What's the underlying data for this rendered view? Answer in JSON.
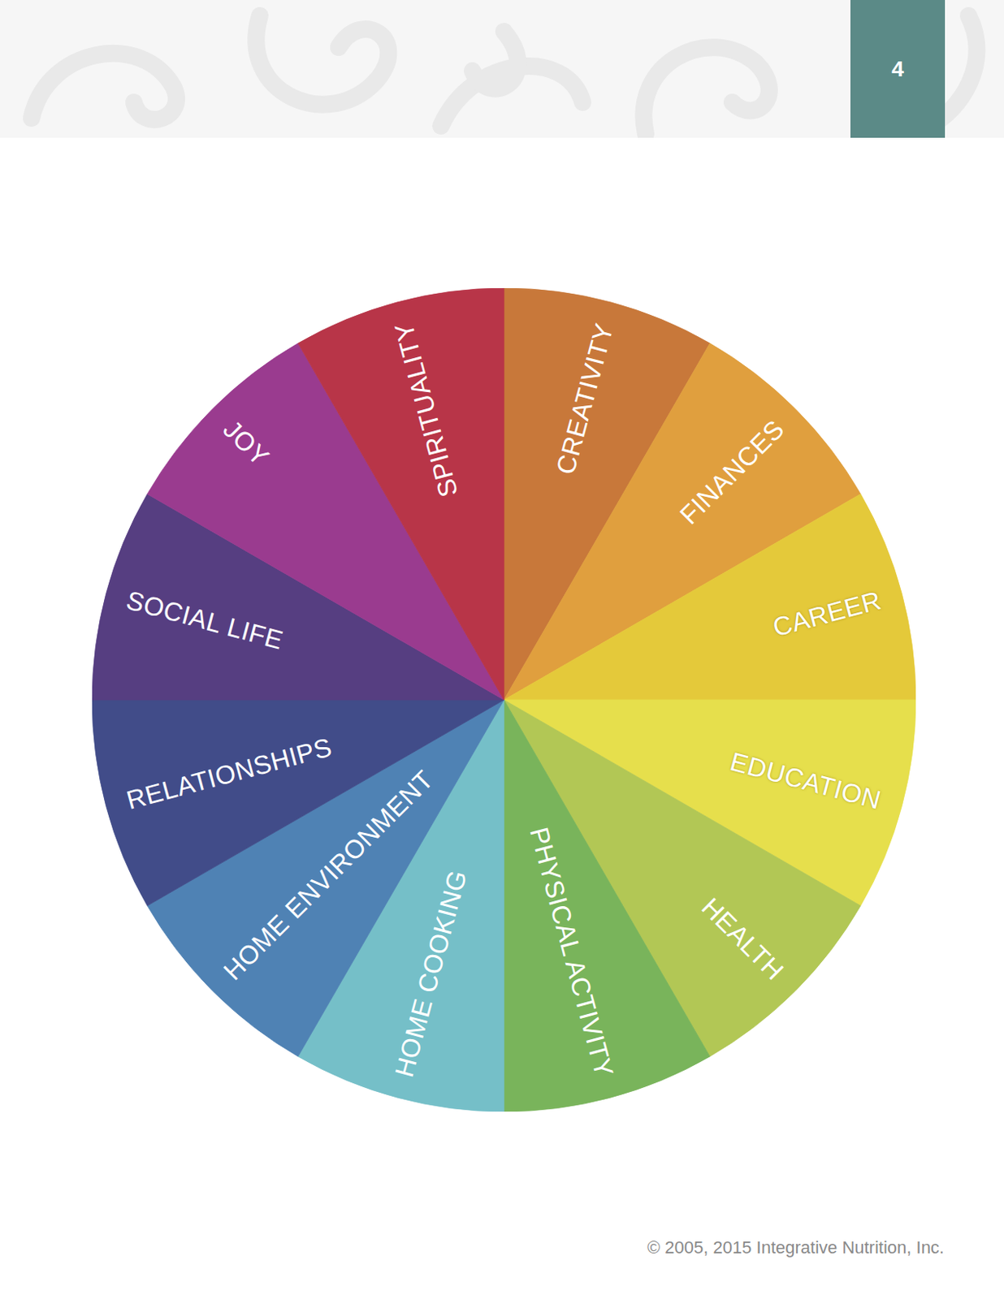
{
  "diagram": {
    "nodes": [
      {
        "text": [
          "4"
        ]
      },
      {
        "text": [
          "CREATIVITY"
        ]
      },
      {
        "text": [
          "FINANCES"
        ]
      },
      {
        "text": [
          "CAREER"
        ]
      },
      {
        "text": [
          "EDUCATION"
        ]
      },
      {
        "text": [
          "HEALTH"
        ]
      },
      {
        "text": [
          "PHYSICAL ACTIVITY"
        ]
      },
      {
        "text": [
          "HOME COOKING"
        ]
      },
      {
        "text": [
          "HOME ENVIRONMENT"
        ]
      },
      {
        "text": [
          "RELATIONSHIPS"
        ]
      },
      {
        "text": [
          "SOCIAL LIFE"
        ]
      },
      {
        "text": [
          "JOY"
        ]
      },
      {
        "text": [
          "SPIRITUALITY"
        ]
      }
    ],
    "labels": [
      "© 2005, 2015 Integrative Nutrition, Inc."
    ]
  }
}
